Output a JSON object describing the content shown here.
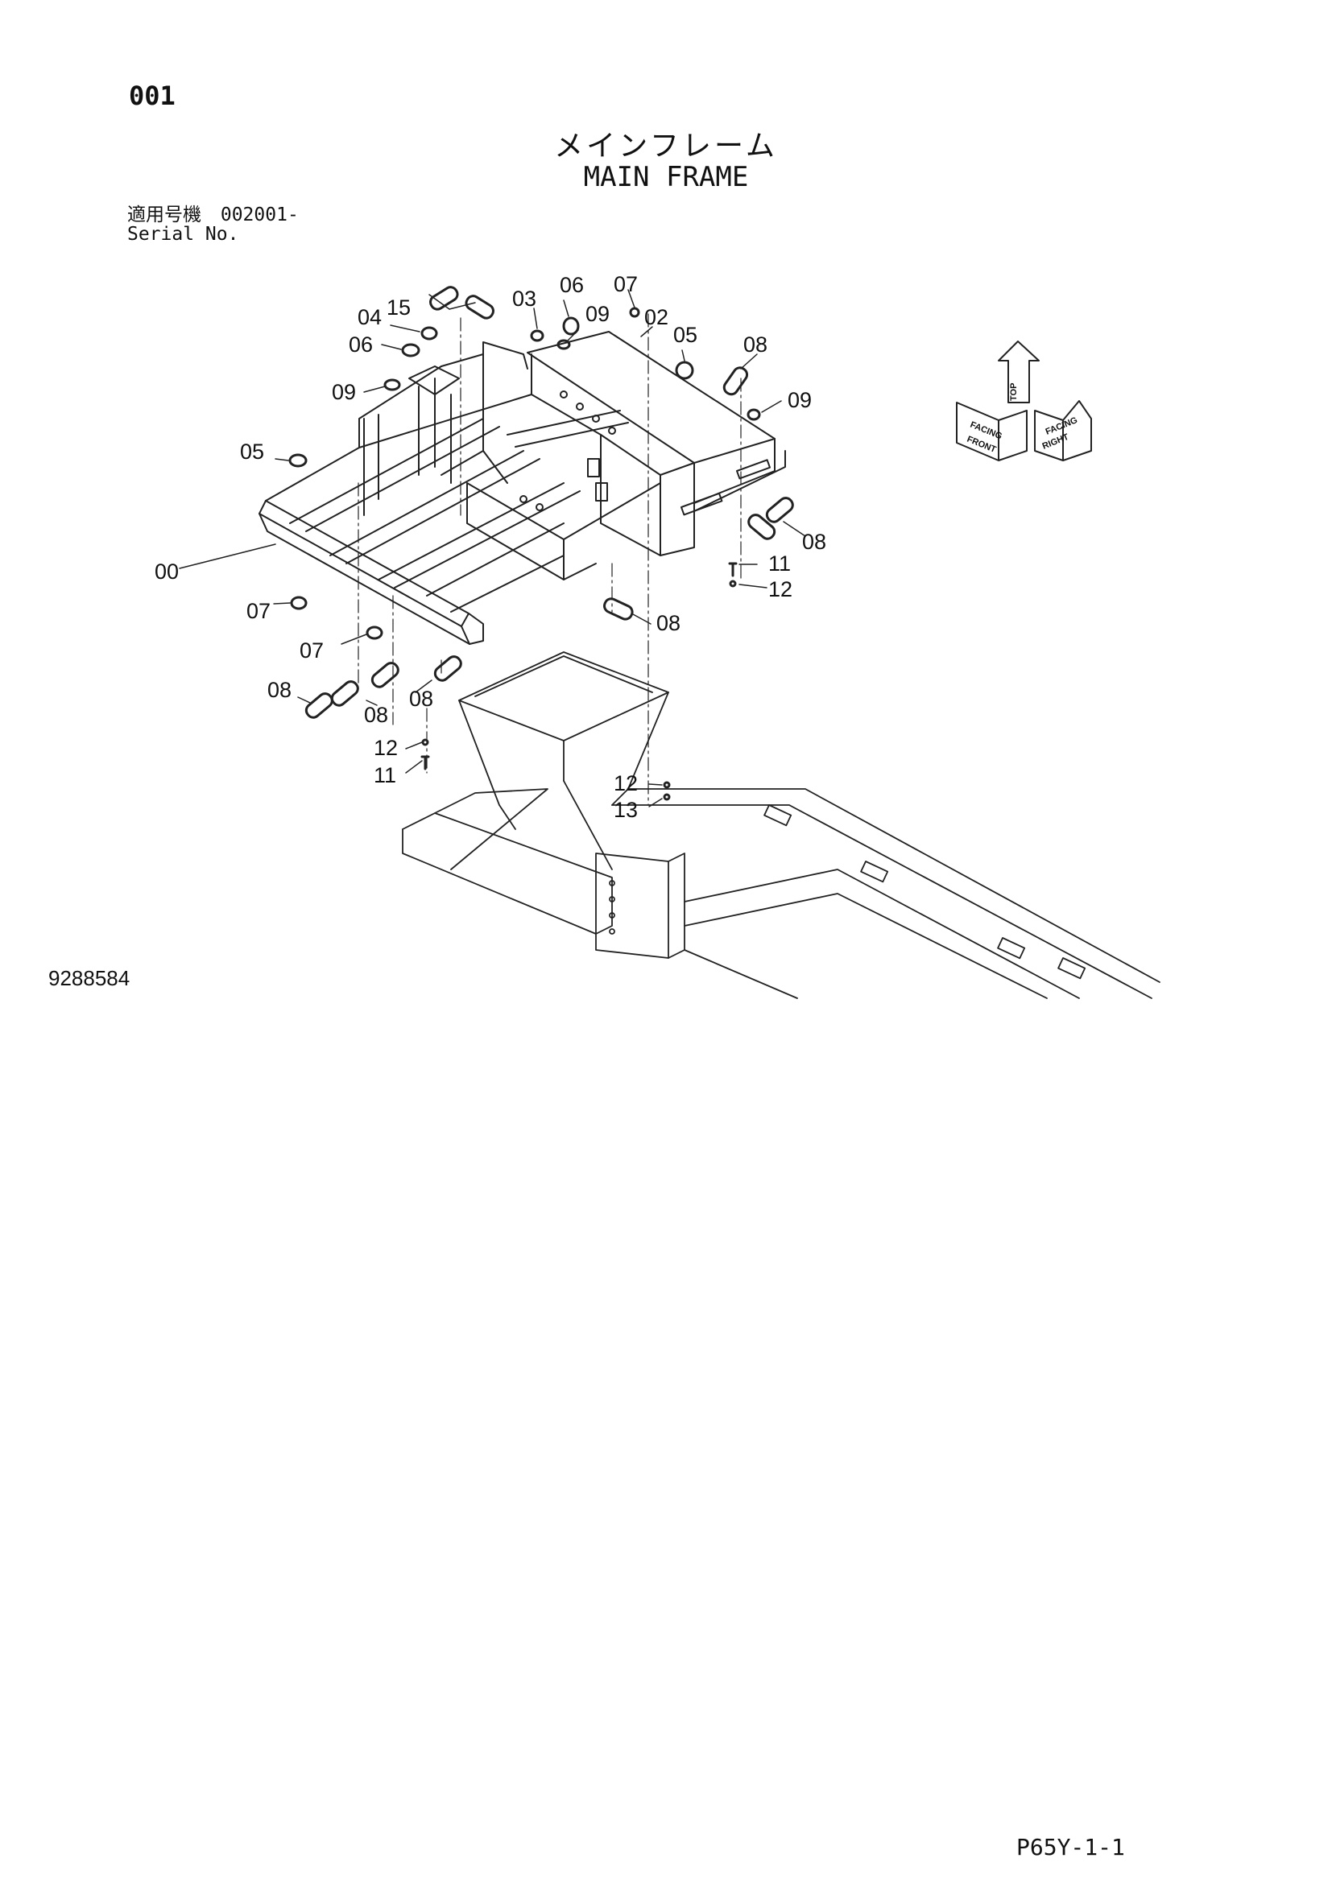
{
  "header": {
    "page_number": "001",
    "title_jp": "メインフレーム",
    "title_en": "MAIN FRAME",
    "serial_label_jp": "適用号機",
    "serial_value": "002001-",
    "serial_label_en": "Serial No."
  },
  "callouts": {
    "c00": "00",
    "c02": "02",
    "c03": "03",
    "c04": "04",
    "c05a": "05",
    "c05b": "05",
    "c06a": "06",
    "c06b": "06",
    "c07a": "07",
    "c07b": "07",
    "c07c": "07",
    "c08a": "08",
    "c08b": "08",
    "c08c": "08",
    "c08d": "08",
    "c08e": "08",
    "c08f": "08",
    "c09a": "09",
    "c09b": "09",
    "c09c": "09",
    "c11a": "11",
    "c11b": "11",
    "c12a": "12",
    "c12b": "12",
    "c12c": "12",
    "c13": "13",
    "c15": "15"
  },
  "direction_indicator": {
    "front": "FRONT",
    "right": "RIGHT",
    "top": "TOP",
    "facing_a": "FACING",
    "facing_b": "FACING"
  },
  "footer": {
    "doc_number": "9288584",
    "page_ref": "P65Y-1-1"
  }
}
